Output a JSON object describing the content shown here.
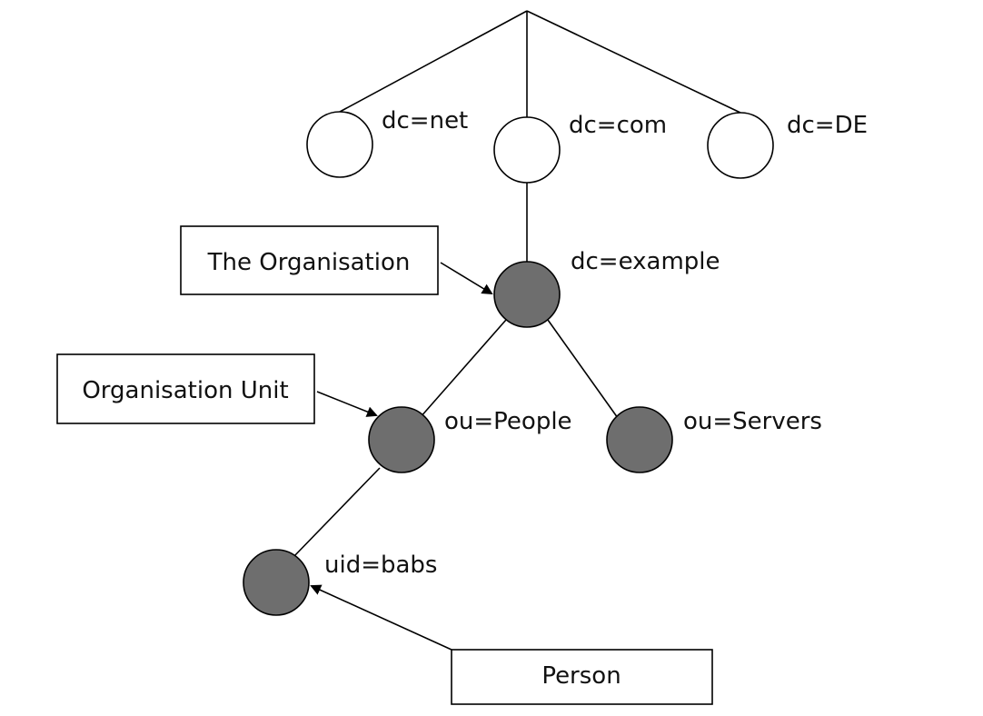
{
  "nodes": {
    "net": {
      "label": "dc=net"
    },
    "com": {
      "label": "dc=com"
    },
    "de": {
      "label": "dc=DE"
    },
    "example": {
      "label": "dc=example"
    },
    "people": {
      "label": "ou=People"
    },
    "servers": {
      "label": "ou=Servers"
    },
    "babs": {
      "label": "uid=babs"
    }
  },
  "callouts": {
    "organisation": "The Organisation",
    "organisation_unit": "Organisation Unit",
    "person": "Person"
  },
  "colors": {
    "empty_node": "#ffffff",
    "filled_node": "#6e6e6e",
    "line": "#000000"
  }
}
